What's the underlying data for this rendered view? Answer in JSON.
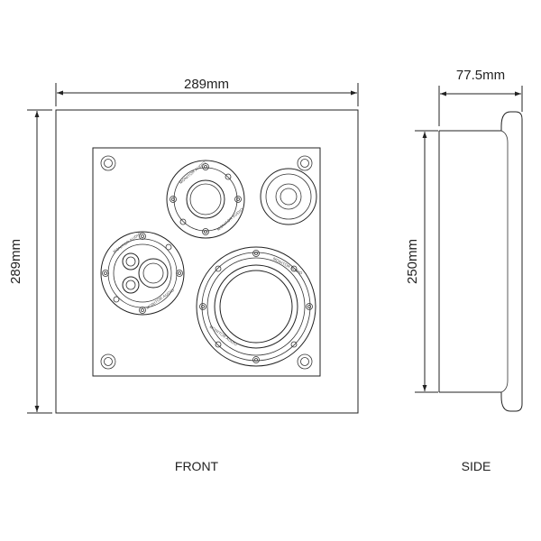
{
  "dimensions": {
    "front_width": "289mm",
    "front_height": "289mm",
    "side_depth": "77.5mm",
    "side_height": "250mm"
  },
  "views": {
    "front": "FRONT",
    "side": "SIDE"
  },
  "driver_brand": "MONITOR AUDIO",
  "colors": {
    "line": "#222222",
    "background": "#ffffff"
  }
}
